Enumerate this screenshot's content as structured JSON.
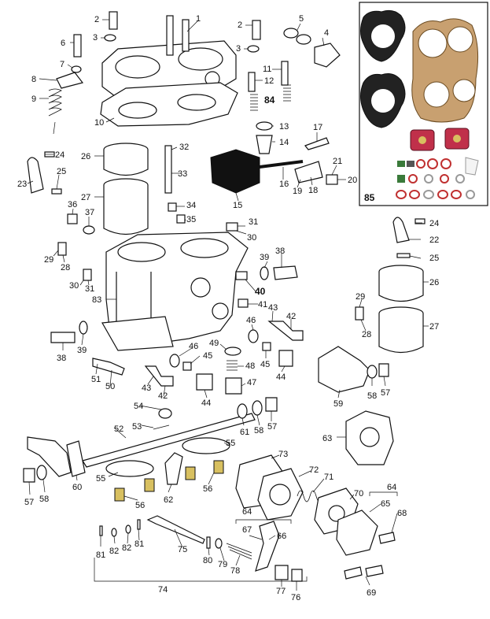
{
  "labels": {
    "l1": "1",
    "l2a": "2",
    "l2b": "2",
    "l3a": "3",
    "l3b": "3",
    "l4": "4",
    "l5": "5",
    "l6": "6",
    "l7": "7",
    "l8": "8",
    "l9": "9",
    "l10": "10",
    "l11": "11",
    "l12": "12",
    "l13": "13",
    "l14": "14",
    "l15": "15",
    "l16": "16",
    "l17": "17",
    "l18": "18",
    "l19": "19",
    "l20": "20",
    "l21": "21",
    "l22": "22",
    "l23": "23",
    "l24a": "24",
    "l24b": "24",
    "l25a": "25",
    "l25b": "25",
    "l26a": "26",
    "l26b": "26",
    "l27a": "27",
    "l27b": "27",
    "l28a": "28",
    "l28b": "28",
    "l29a": "29",
    "l29b": "29",
    "l30a": "30",
    "l30b": "30",
    "l31a": "31",
    "l31b": "31",
    "l32": "32",
    "l33": "33",
    "l34": "34",
    "l35": "35",
    "l36": "36",
    "l37": "37",
    "l38a": "38",
    "l38b": "38",
    "l39a": "39",
    "l39b": "39",
    "l40": "40",
    "l41": "41",
    "l42a": "42",
    "l42b": "42",
    "l43a": "43",
    "l43b": "43",
    "l44a": "44",
    "l44b": "44",
    "l45a": "45",
    "l45b": "45",
    "l46a": "46",
    "l46b": "46",
    "l47": "47",
    "l48": "48",
    "l49": "49",
    "l50": "50",
    "l51": "51",
    "l52": "52",
    "l53": "53",
    "l54": "54",
    "l55a": "55",
    "l55b": "55",
    "l56a": "56",
    "l56b": "56",
    "l57a": "57",
    "l57b": "57",
    "l57c": "57",
    "l58a": "58",
    "l58b": "58",
    "l58c": "58",
    "l59": "59",
    "l60": "60",
    "l61": "61",
    "l62": "62",
    "l63": "63",
    "l64a": "64",
    "l64b": "64",
    "l65": "65",
    "l66": "66",
    "l67": "67",
    "l68": "68",
    "l69": "69",
    "l70": "70",
    "l71": "71",
    "l72": "72",
    "l73": "73",
    "l74": "74",
    "l75": "75",
    "l76": "76",
    "l77": "77",
    "l78": "78",
    "l79": "79",
    "l80": "80",
    "l81a": "81",
    "l81b": "81",
    "l82a": "82",
    "l82b": "82",
    "l83": "83",
    "l84": "84",
    "l85": "85"
  },
  "colors": {
    "line": "#111111",
    "gasket": "#c8a070",
    "pump_red": "#c0304a",
    "kit_green": "#3a7a3a",
    "kit_red": "#c03030",
    "kit_white": "#f4f4f4"
  }
}
